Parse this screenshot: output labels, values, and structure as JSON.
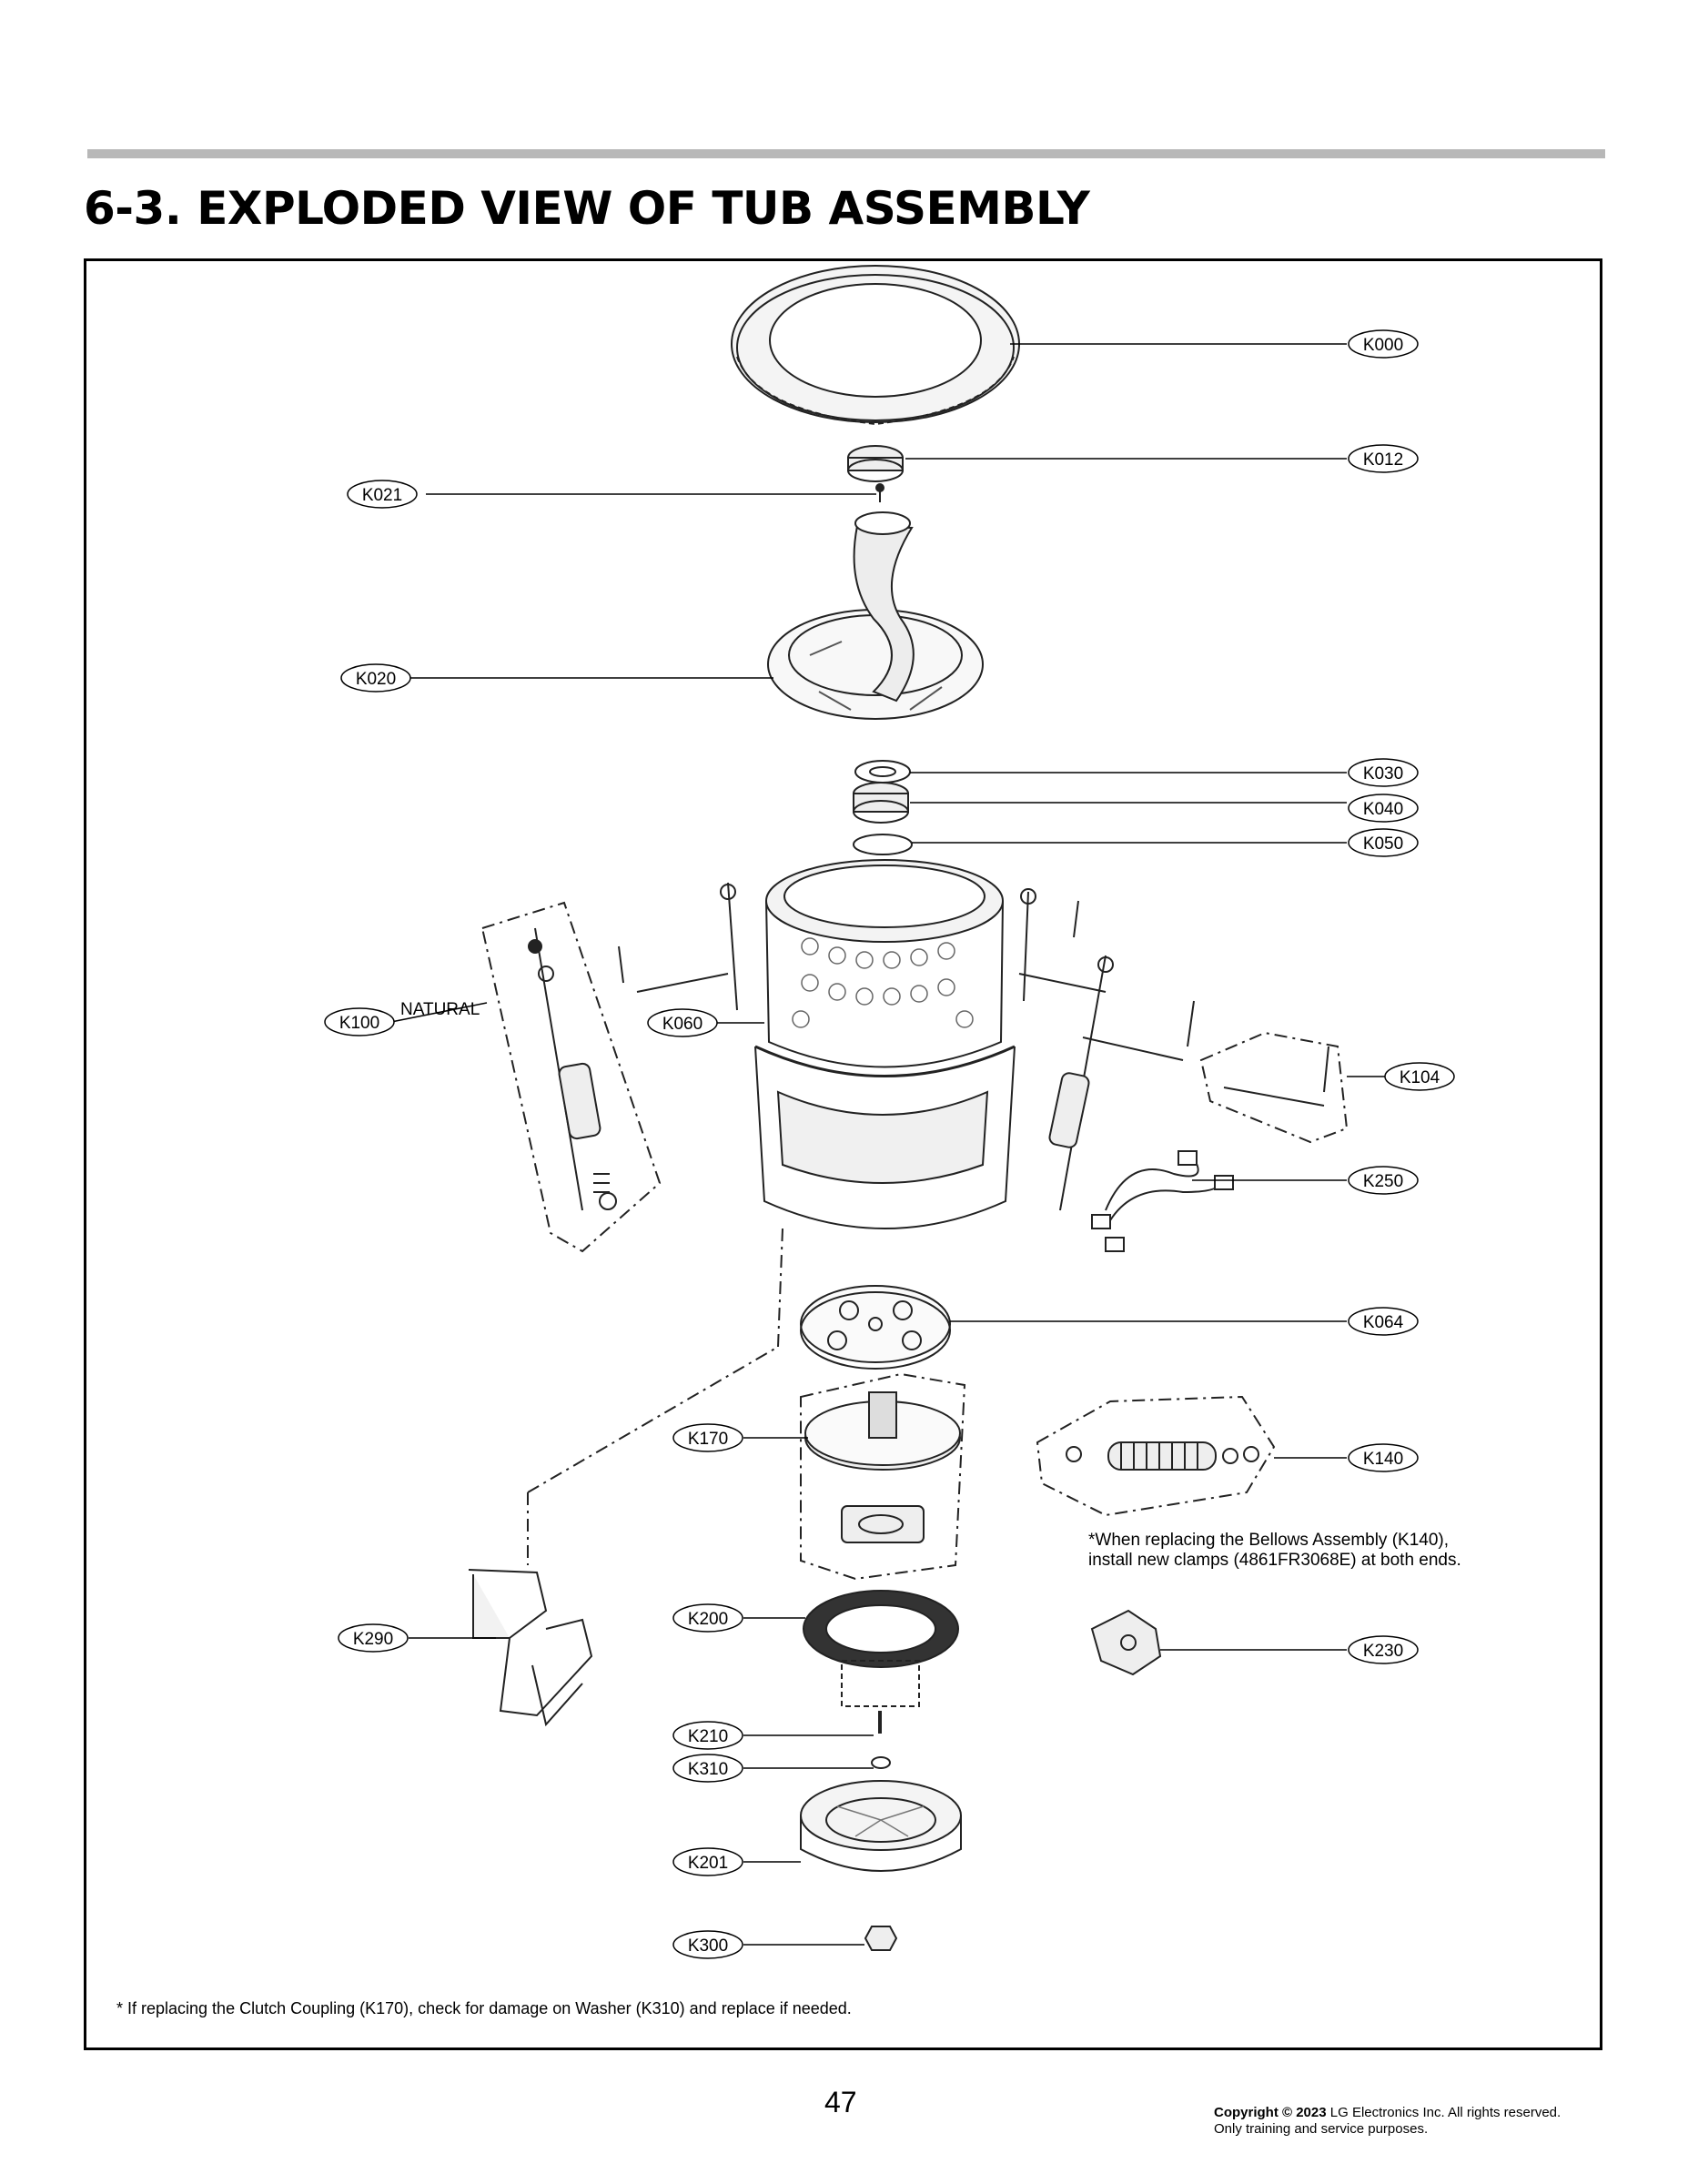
{
  "title": "6-3. EXPLODED VIEW OF TUB ASSEMBLY",
  "callouts": [
    {
      "id": "K000",
      "label": "K000"
    },
    {
      "id": "K012",
      "label": "K012"
    },
    {
      "id": "K021",
      "label": "K021"
    },
    {
      "id": "K020",
      "label": "K020"
    },
    {
      "id": "K030",
      "label": "K030"
    },
    {
      "id": "K040",
      "label": "K040"
    },
    {
      "id": "K050",
      "label": "K050"
    },
    {
      "id": "K100",
      "label": "K100"
    },
    {
      "id": "K060",
      "label": "K060"
    },
    {
      "id": "K104",
      "label": "K104"
    },
    {
      "id": "K250",
      "label": "K250"
    },
    {
      "id": "K064",
      "label": "K064"
    },
    {
      "id": "K170",
      "label": "K170"
    },
    {
      "id": "K140",
      "label": "K140"
    },
    {
      "id": "K290",
      "label": "K290"
    },
    {
      "id": "K200",
      "label": "K200"
    },
    {
      "id": "K230",
      "label": "K230"
    },
    {
      "id": "K210",
      "label": "K210"
    },
    {
      "id": "K310",
      "label": "K310"
    },
    {
      "id": "K201",
      "label": "K201"
    },
    {
      "id": "K300",
      "label": "K300"
    }
  ],
  "natural_label": "NATURAL",
  "bellows_note": "*When replacing the Bellows Assembly (K140), install new clamps (4861FR3068E) at both ends.",
  "clutch_note": "* If replacing the Clutch Coupling (K170), check for damage on Washer (K310) and replace if needed.",
  "page_number": "47",
  "copyright_line1_bold": "Copyright © 2023",
  "copyright_line1_rest": " LG Electronics Inc. All rights reserved.",
  "copyright_line2": "Only training and service purposes."
}
